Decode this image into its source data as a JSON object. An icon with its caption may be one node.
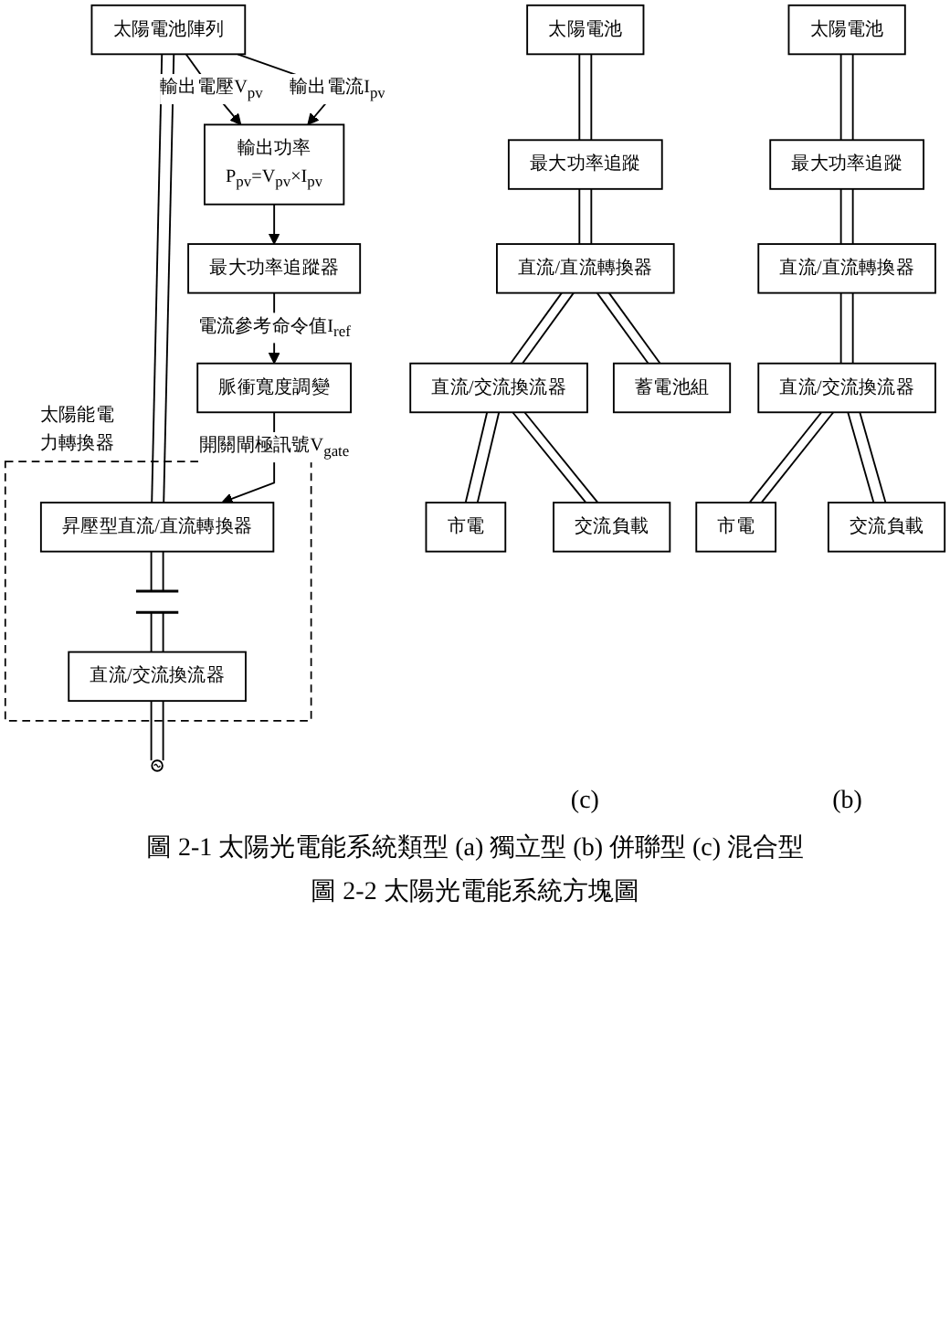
{
  "diagram": {
    "nodes": [
      {
        "text": [
          "太陽電池"
        ]
      },
      {
        "text": [
          "最大功率追蹤"
        ]
      },
      {
        "text": [
          "直流/直流轉換器"
        ]
      },
      {
        "text": [
          "直流/交流換流器"
        ]
      },
      {
        "text": [
          "市電"
        ]
      },
      {
        "text": [
          "交流負載"
        ]
      },
      {
        "text": [
          "太陽電池"
        ]
      },
      {
        "text": [
          "最大功率追蹤"
        ]
      },
      {
        "text": [
          "直流/直流轉換器"
        ]
      },
      {
        "text": [
          "直流/交流換流器"
        ]
      },
      {
        "text": [
          "市電"
        ]
      },
      {
        "text": [
          "蓄電池組"
        ]
      },
      {
        "text": [
          "交流負載"
        ]
      },
      {
        "text": [
          "太陽電池陣列"
        ]
      },
      {
        "text": [
          "太陽能電力轉換器"
        ]
      },
      {
        "text": [
          "昇壓型直流/直流轉換器"
        ],
        "in": 14
      },
      {
        "text": [],
        "shape": "capacitor",
        "in": 14
      },
      {
        "text": [
          "直流/交流換流器"
        ],
        "in": 14
      },
      {
        "text": [],
        "shape": "source"
      },
      {
        "text": [
          "脈衝寬度調變"
        ]
      },
      {
        "text": [
          "輸出功率",
          "P$_{pv}$=V$_{pv}$×I$_{pv}$"
        ]
      },
      {
        "text": [
          "最大功率追蹤器"
        ]
      }
    ],
    "edges": [
      {
        "from": 0,
        "to": 1,
        "arrow": "none"
      },
      {
        "from": 0,
        "to": 1,
        "arrow": "none"
      },
      {
        "from": 1,
        "to": 2,
        "arrow": "none"
      },
      {
        "from": 1,
        "to": 2,
        "arrow": "none"
      },
      {
        "from": 2,
        "to": 3,
        "arrow": "none"
      },
      {
        "from": 2,
        "to": 3,
        "arrow": "none"
      },
      {
        "from": 3,
        "to": 4,
        "arrow": "none"
      },
      {
        "from": 3,
        "to": 4,
        "arrow": "none"
      },
      {
        "from": 3,
        "to": 5,
        "arrow": "none"
      },
      {
        "from": 3,
        "to": 5,
        "arrow": "none"
      },
      {
        "from": 6,
        "to": 7,
        "arrow": "none"
      },
      {
        "from": 6,
        "to": 7,
        "arrow": "none"
      },
      {
        "from": 7,
        "to": 8,
        "arrow": "none"
      },
      {
        "from": 7,
        "to": 8,
        "arrow": "none"
      },
      {
        "from": 8,
        "to": 9,
        "arrow": "none"
      },
      {
        "from": 8,
        "to": 9,
        "arrow": "none"
      },
      {
        "from": 8,
        "to": 11,
        "arrow": "none"
      },
      {
        "from": 8,
        "to": 11,
        "arrow": "none"
      },
      {
        "from": 9,
        "to": 10,
        "arrow": "none"
      },
      {
        "from": 9,
        "to": 10,
        "arrow": "none"
      },
      {
        "from": 9,
        "to": 12,
        "arrow": "none"
      },
      {
        "from": 9,
        "to": 12,
        "arrow": "none"
      },
      {
        "from": 13,
        "to": 15,
        "arrow": "none"
      },
      {
        "from": 13,
        "to": 15,
        "arrow": "none"
      },
      {
        "from": 13,
        "to": 20,
        "arrow": "to",
        "label": "輸出電壓V$_{pv}$"
      },
      {
        "from": 13,
        "to": 20,
        "arrow": "to",
        "label": "輸出電流I$_{pv}$"
      },
      {
        "from": 15,
        "to": 16,
        "arrow": "none"
      },
      {
        "from": 15,
        "to": 16,
        "arrow": "none"
      },
      {
        "from": 16,
        "to": 17,
        "arrow": "none"
      },
      {
        "from": 16,
        "to": 17,
        "arrow": "none"
      },
      {
        "from": 17,
        "to": 18,
        "arrow": "none"
      },
      {
        "from": 17,
        "to": 18,
        "arrow": "none"
      },
      {
        "from": 19,
        "to": 15,
        "arrow": "to",
        "label": "開關閘極訊號V$_{gate}$"
      },
      {
        "from": 20,
        "to": 21,
        "arrow": "to"
      },
      {
        "from": 21,
        "to": 19,
        "arrow": "to",
        "label": "電流參考命令值I$_{ref}$"
      }
    ],
    "labels": [
      "(b)",
      "(c)",
      "圖 2-1 太陽光電能系統類型 (a) 獨立型 (b) 併聯型 (c) 混合型",
      "圖 2-2 太陽光電能系統方塊圖"
    ]
  }
}
